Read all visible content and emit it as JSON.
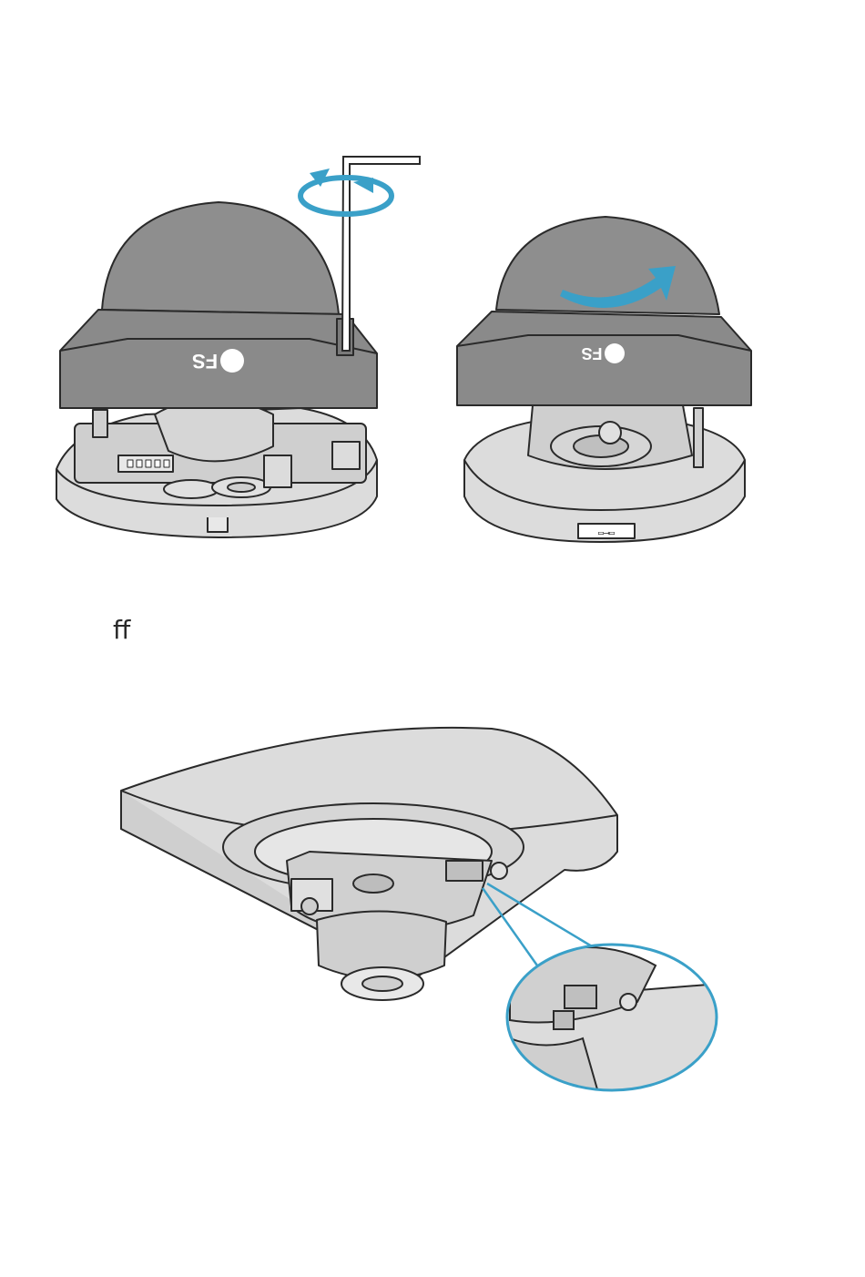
{
  "step_text": "ff",
  "dome_left": {
    "logo": "FS"
  },
  "dome_right": {
    "logo": "FS"
  },
  "colors": {
    "accent": "#3aa0c8",
    "housing": "#dcdcdc",
    "outline": "#2a2a2a"
  },
  "icons": {
    "rotate": "rotate-arrows-icon",
    "turn": "curved-arrow-icon",
    "tool": "hex-key-icon"
  }
}
